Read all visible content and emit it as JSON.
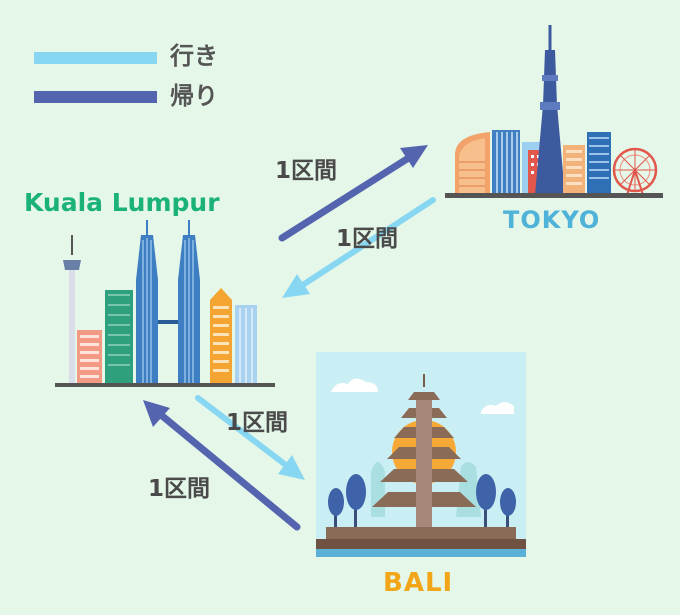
{
  "legend": {
    "items": [
      {
        "label": "行き",
        "color": "#87d7f2"
      },
      {
        "label": "帰り",
        "color": "#5464ae"
      }
    ]
  },
  "cities": {
    "kuala_lumpur": {
      "label": "Kuala Lumpur",
      "color": "#1bb27a"
    },
    "tokyo": {
      "label": "TOKYO",
      "color": "#4fb2d8"
    },
    "bali": {
      "label": "BALI",
      "color": "#f2a516"
    }
  },
  "segments": {
    "kl_to_tokyo": "1区間",
    "tokyo_to_kl": "1区間",
    "kl_to_bali": "1区間",
    "bali_to_kl": "1区間"
  },
  "colors": {
    "outbound": "#87d7f2",
    "return": "#5464ae",
    "background": "#e4f7e8"
  }
}
